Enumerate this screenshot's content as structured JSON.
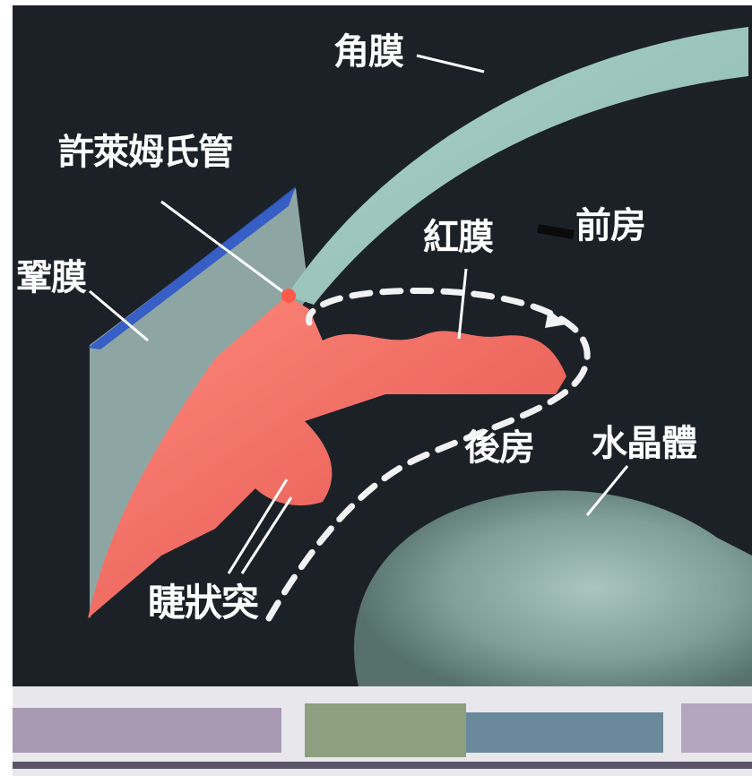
{
  "diagram": {
    "labels": {
      "cornea": "角膜",
      "schlemm_canal": "許萊姆氏管",
      "sclera": "鞏膜",
      "iris": "紅膜",
      "anterior_chamber": "前房",
      "posterior_chamber": "後房",
      "lens": "水晶體",
      "ciliary_process": "睫狀突"
    },
    "colors": {
      "background": "#1c2127",
      "cornea": "#9fc9c0",
      "sclera": "#8fa8a5",
      "iris": "#ee6a5e",
      "lens": "#7f9f97",
      "schlemm": "#3a5fd0",
      "arrow": "#f2f2f2",
      "label": "#ffffff"
    }
  }
}
